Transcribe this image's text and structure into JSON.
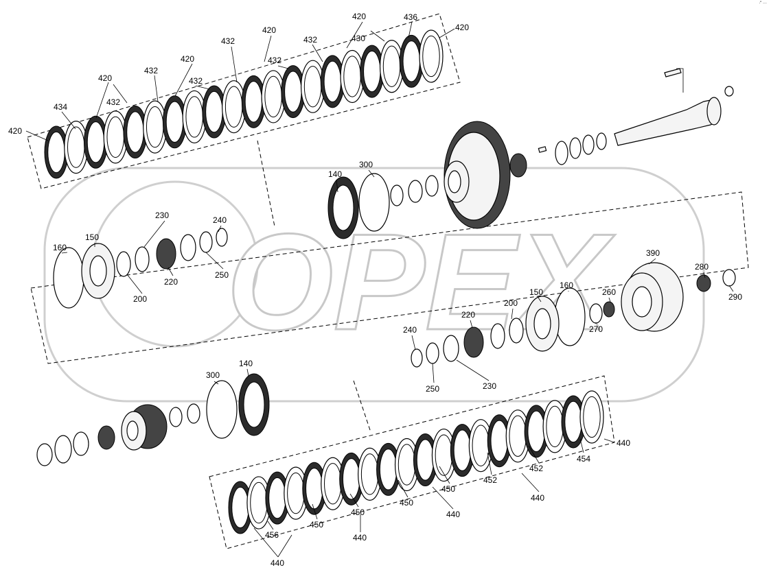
{
  "watermark": {
    "text": "OPEX"
  },
  "corner_mark": "·\" ···",
  "callouts": [
    {
      "id": "c1",
      "text": "420"
    },
    {
      "id": "c2",
      "text": "434"
    },
    {
      "id": "c3",
      "text": "420"
    },
    {
      "id": "c4",
      "text": "432"
    },
    {
      "id": "c5",
      "text": "432"
    },
    {
      "id": "c6",
      "text": "420"
    },
    {
      "id": "c7",
      "text": "432"
    },
    {
      "id": "c8",
      "text": "432"
    },
    {
      "id": "c9",
      "text": "420"
    },
    {
      "id": "c10",
      "text": "432"
    },
    {
      "id": "c11",
      "text": "432"
    },
    {
      "id": "c12",
      "text": "420"
    },
    {
      "id": "c13",
      "text": "430"
    },
    {
      "id": "c14",
      "text": "436"
    },
    {
      "id": "c15",
      "text": "420"
    },
    {
      "id": "c16",
      "text": "140"
    },
    {
      "id": "c17",
      "text": "300"
    },
    {
      "id": "c18",
      "text": "230"
    },
    {
      "id": "c19",
      "text": "240"
    },
    {
      "id": "c20",
      "text": "160"
    },
    {
      "id": "c21",
      "text": "150"
    },
    {
      "id": "c22",
      "text": "220"
    },
    {
      "id": "c23",
      "text": "250"
    },
    {
      "id": "c24",
      "text": "200"
    },
    {
      "id": "c25",
      "text": "390"
    },
    {
      "id": "c26",
      "text": "280"
    },
    {
      "id": "c27",
      "text": "290"
    },
    {
      "id": "c28",
      "text": "150"
    },
    {
      "id": "c29",
      "text": "160"
    },
    {
      "id": "c30",
      "text": "260"
    },
    {
      "id": "c31",
      "text": "270"
    },
    {
      "id": "c32",
      "text": "200"
    },
    {
      "id": "c33",
      "text": "220"
    },
    {
      "id": "c34",
      "text": "240"
    },
    {
      "id": "c35",
      "text": "250"
    },
    {
      "id": "c36",
      "text": "230"
    },
    {
      "id": "c37",
      "text": "300"
    },
    {
      "id": "c38",
      "text": "140"
    },
    {
      "id": "c39",
      "text": "440"
    },
    {
      "id": "c40",
      "text": "454"
    },
    {
      "id": "c41",
      "text": "452"
    },
    {
      "id": "c42",
      "text": "452"
    },
    {
      "id": "c43",
      "text": "440"
    },
    {
      "id": "c44",
      "text": "450"
    },
    {
      "id": "c45",
      "text": "450"
    },
    {
      "id": "c46",
      "text": "440"
    },
    {
      "id": "c47",
      "text": "450"
    },
    {
      "id": "c48",
      "text": "450"
    },
    {
      "id": "c49",
      "text": "440"
    },
    {
      "id": "c50",
      "text": "456"
    },
    {
      "id": "c51",
      "text": "440"
    }
  ]
}
